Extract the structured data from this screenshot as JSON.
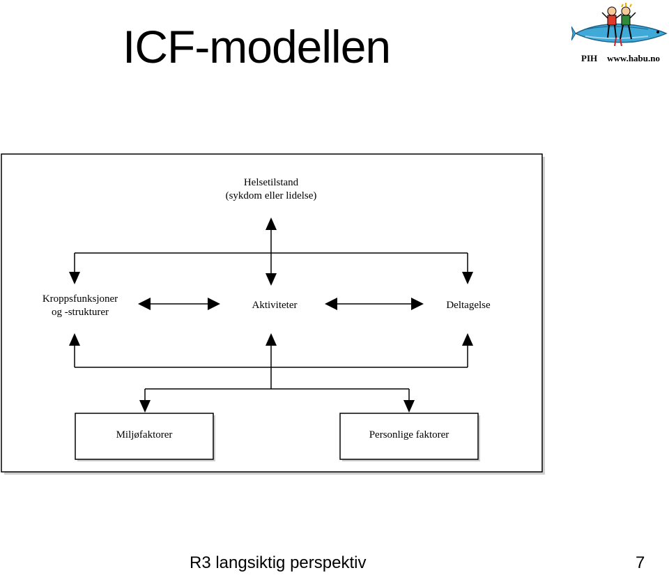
{
  "slide": {
    "title": "ICF-modellen",
    "footer": "R3 langsiktig perspektiv",
    "page_number": "7"
  },
  "logo": {
    "left_text": "PIH",
    "right_text": "www.habu.no",
    "icon": "fish-with-children-logo"
  },
  "diagram": {
    "health_condition": {
      "line1": "Helsetilstand",
      "line2": "(sykdom eller lidelse)"
    },
    "body_functions": {
      "line1": "Kroppsfunksjoner",
      "line2": "og -strukturer"
    },
    "activities": "Aktiviteter",
    "participation": "Deltagelse",
    "environmental_factors": "Miljøfaktorer",
    "personal_factors": "Personlige faktorer"
  }
}
